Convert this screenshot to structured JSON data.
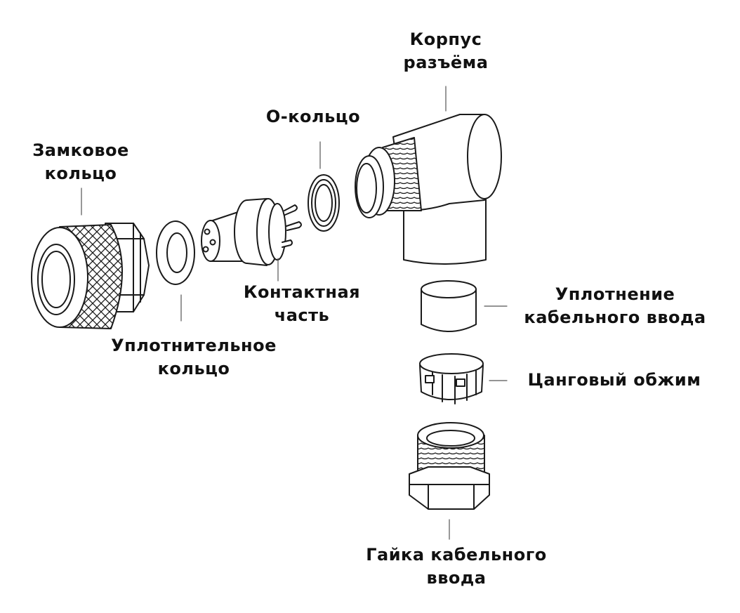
{
  "labels": {
    "housing": [
      "Корпус",
      "разъёма"
    ],
    "oring": [
      "О-кольцо"
    ],
    "lock_ring": [
      "Замковое",
      "кольцо"
    ],
    "contact": [
      "Контактная",
      "часть"
    ],
    "seal_ring": [
      "Уплотнительное",
      "кольцо"
    ],
    "gland_seal": [
      "Уплотнение",
      "кабельного ввода"
    ],
    "collet": [
      "Цанговый обжим"
    ],
    "gland_nut": [
      "Гайка кабельного",
      "ввода"
    ]
  },
  "colors": {
    "stroke": "#1a1a1a",
    "fill": "#ffffff",
    "text": "#111111"
  }
}
